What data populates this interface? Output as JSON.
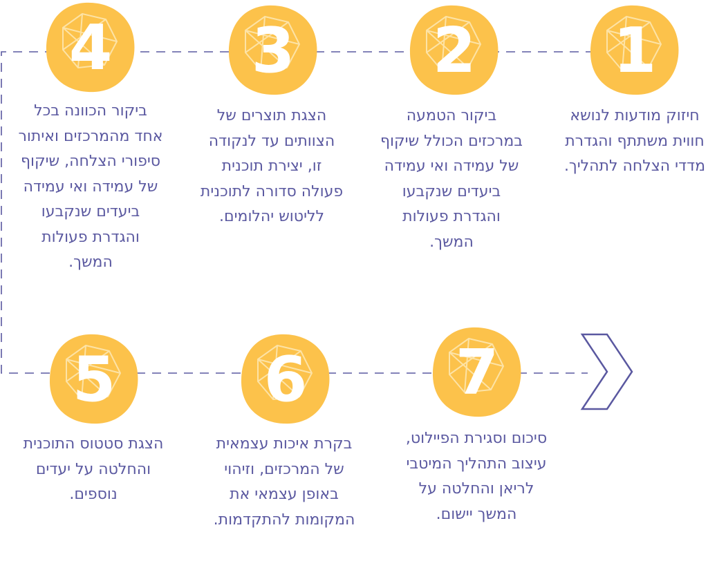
{
  "colors": {
    "badge": "#fcc24b",
    "badge_facets": "#fde3a6",
    "number": "#ffffff",
    "text": "#5a58a0",
    "connector": "#5a58a0"
  },
  "icons": {
    "flow_arrow": "chevron-right-icon"
  },
  "steps": [
    {
      "number": "1",
      "text": "חיזוק מודעות לנושא חווית משתתף והגדרת מדדי הצלחה לתהליך."
    },
    {
      "number": "2",
      "text": "ביקור הטמעה במרכזים הכולל שיקוף של עמידה ואי עמידה ביעדים שנקבעו והגדרת פעולות המשך."
    },
    {
      "number": "3",
      "text": "הצגת תוצרים של הצוותים עד לנקודה זו, יצירת תוכנית פעולה סדורה לתוכנית לליטוש יהלומים."
    },
    {
      "number": "4",
      "text": "ביקור הכוונה בכל אחד מהמרכזים ואיתור סיפורי הצלחה, שיקוף של עמידה ואי עמידה ביעדים שנקבעו והגדרת פעולות המשך."
    },
    {
      "number": "5",
      "text": "הצגת סטטוס התוכנית והחלטה על יעדים נוספים."
    },
    {
      "number": "6",
      "text": "בקרת איכות עצמאית של המרכזים, וזיהוי באופן עצמאי את המקומות להתקדמות."
    },
    {
      "number": "7",
      "text": "סיכום וסגירת הפיילוט, עיצוב התהליך המיטבי לריאן והחלטה על המשך יישום."
    }
  ]
}
